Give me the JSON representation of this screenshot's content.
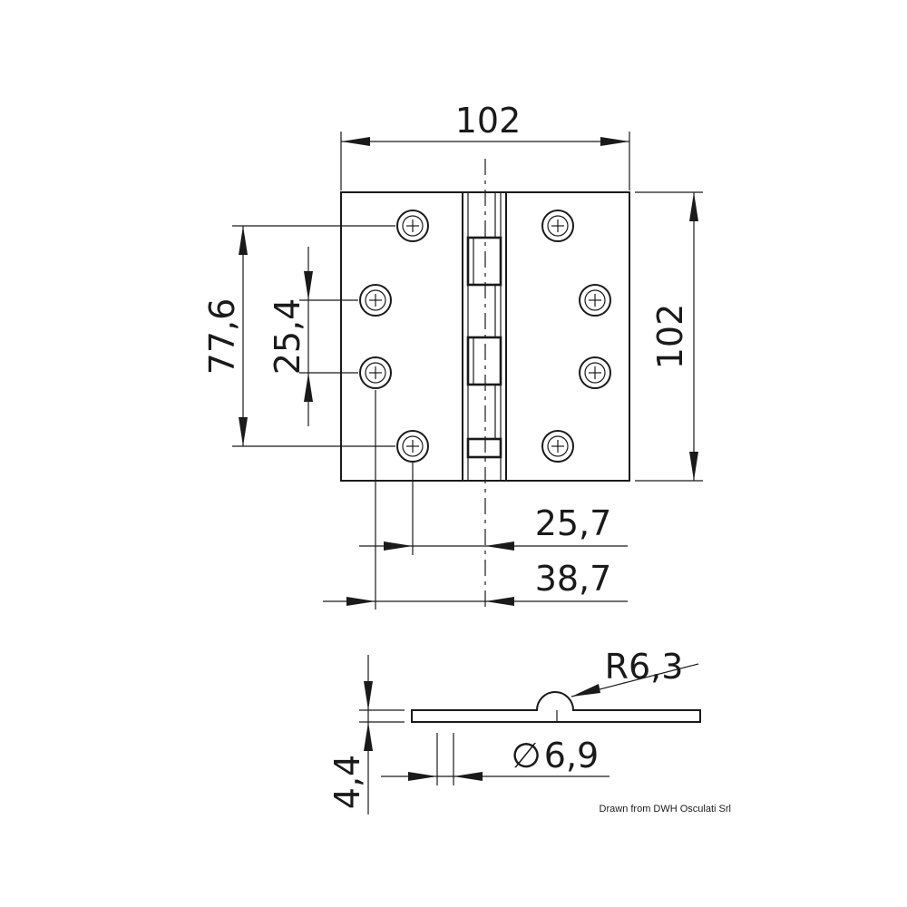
{
  "drawing": {
    "dimensions": {
      "overall_width": "102",
      "overall_height": "102",
      "outer_hole_pitch": "77,6",
      "inner_hole_pitch": "25,4",
      "inner_hole_offset": "25,7",
      "outer_hole_offset": "38,7",
      "knuckle_radius": "R6,3",
      "knuckle_diameter": "6,9",
      "diameter_symbol": "∅",
      "plate_thickness": "4,4"
    },
    "credit": "Drawn from DWH Osculati Srl"
  }
}
